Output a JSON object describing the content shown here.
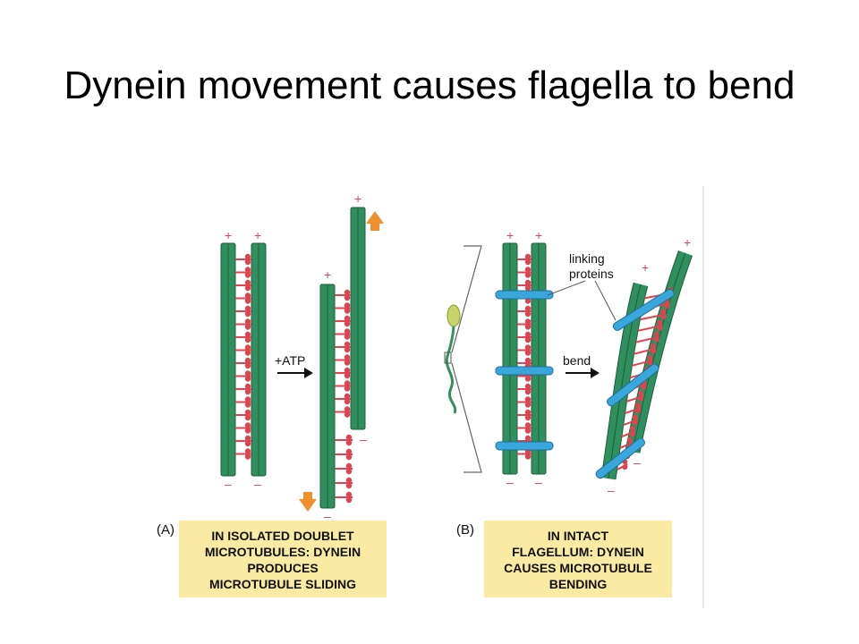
{
  "slide": {
    "title": "Dynein movement causes flagella to bend"
  },
  "panel_a": {
    "tag": "(A)",
    "arrow_label": "+ATP",
    "caption_lines": [
      "IN ISOLATED DOUBLET",
      "MICROTUBULES: DYNEIN",
      "PRODUCES",
      "MICROTUBULE SLIDING"
    ]
  },
  "panel_b": {
    "tag": "(B)",
    "arrow_label": "bend",
    "linking_label_lines": [
      "linking",
      "proteins"
    ],
    "caption_lines": [
      "IN INTACT",
      "FLAGELLUM: DYNEIN",
      "CAUSES MICROTUBULE",
      "BENDING"
    ]
  },
  "signs": {
    "plus": "+",
    "minus": "–"
  },
  "colors": {
    "microtubule": "#2f8f5f",
    "microtubule_edge": "#1d5e3c",
    "dynein": "#e0434f",
    "linking_protein": "#3aa7dc",
    "caption_bg": "#fbeaa1",
    "sliding_arrow": "#f0902a"
  }
}
